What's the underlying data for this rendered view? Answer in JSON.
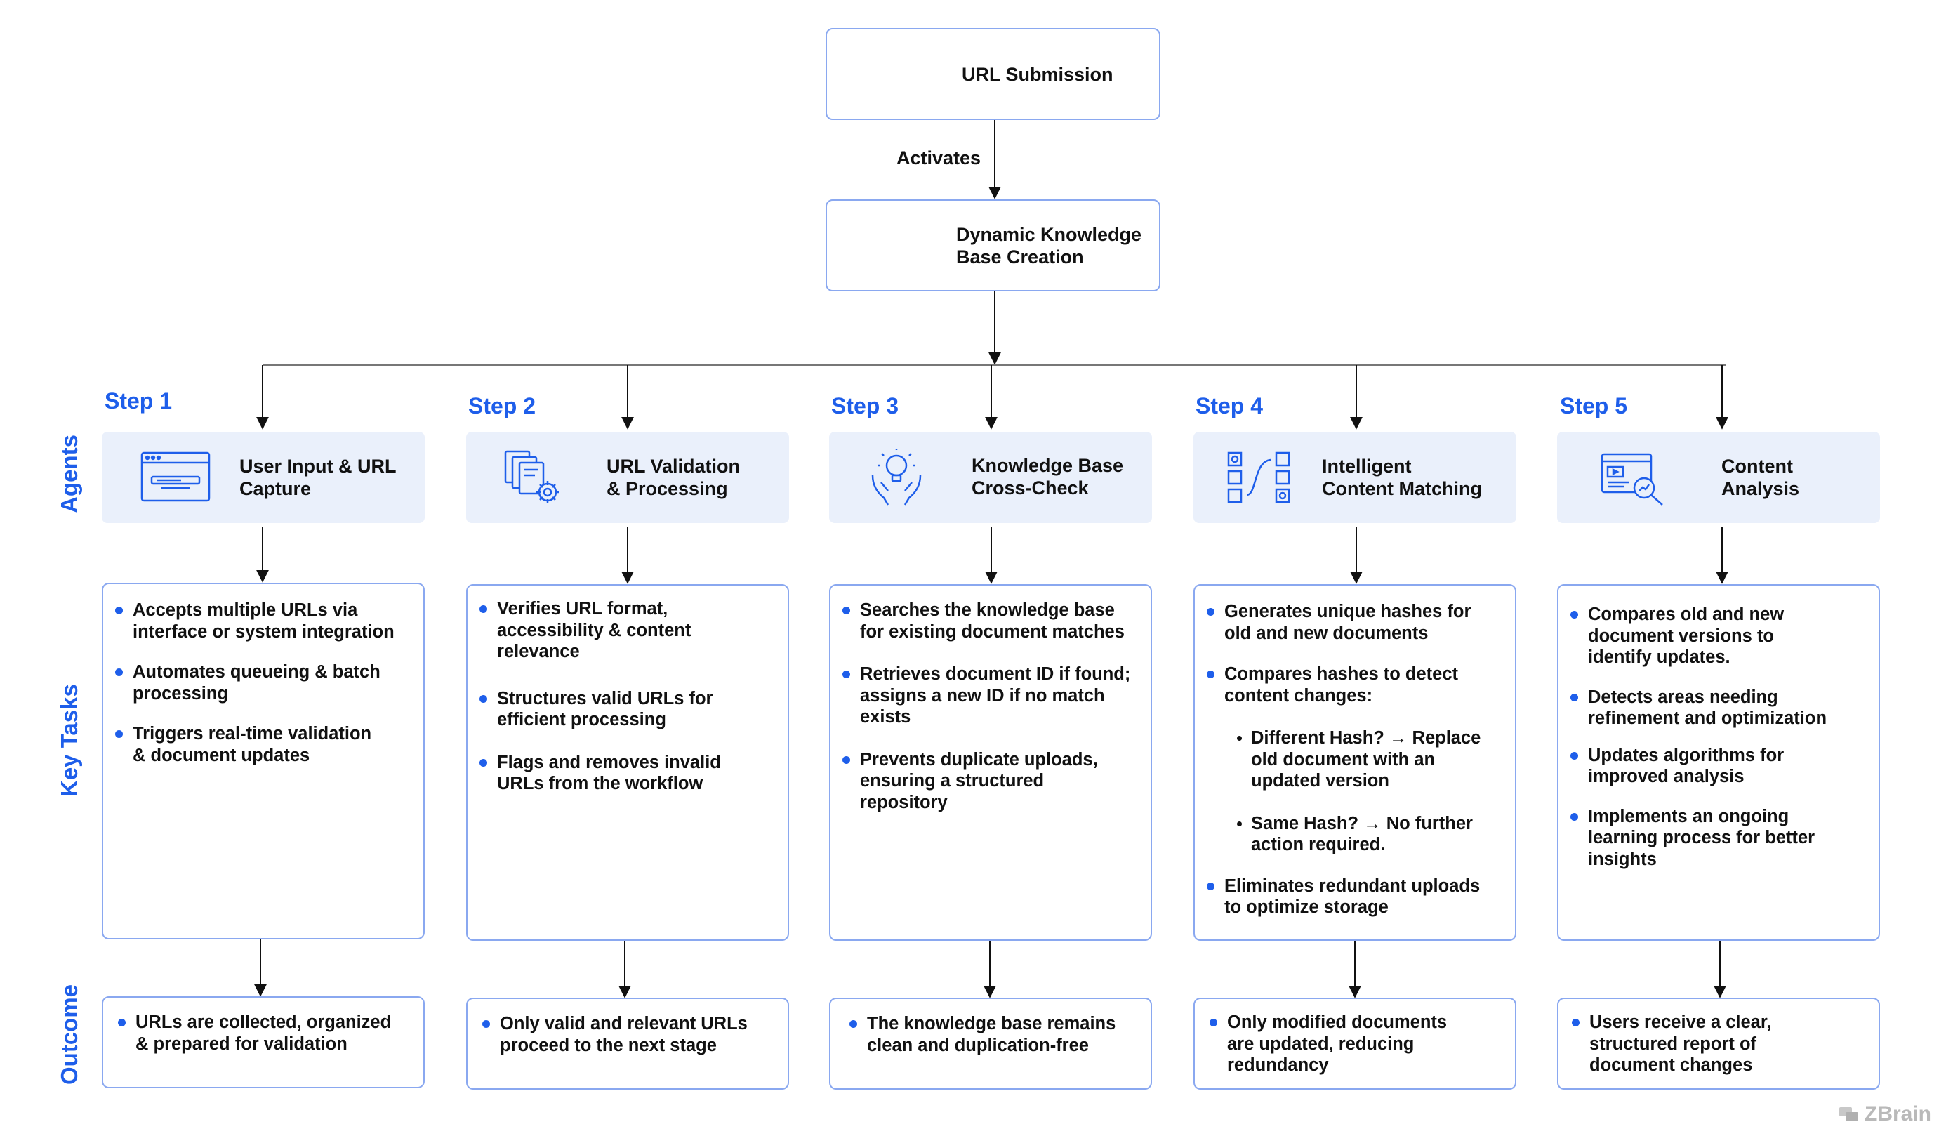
{
  "top": {
    "url_submission": "URL Submission",
    "activates": "Activates",
    "kb_creation": "Dynamic Knowledge\nBase Creation"
  },
  "row_labels": {
    "agents": "Agents",
    "key_tasks": "Key Tasks",
    "outcome": "Outcome"
  },
  "steps": [
    {
      "step": "Step 1",
      "agent": "User Input & URL\nCapture",
      "icon": "browser-window-icon",
      "tasks": [
        "Accepts multiple URLs via\ninterface or system integration",
        "Automates queueing & batch\nprocessing",
        "Triggers real-time validation\n& document updates"
      ],
      "outcome": "URLs are collected, organized\n& prepared for validation"
    },
    {
      "step": "Step 2",
      "agent": "URL Validation\n& Processing",
      "icon": "documents-gear-icon",
      "tasks": [
        "Verifies URL format,\naccessibility & content relevance",
        "Structures valid URLs for\nefficient processing",
        "Flags and removes invalid\nURLs from the workflow"
      ],
      "outcome": "Only valid and relevant URLs\nproceed to the next stage"
    },
    {
      "step": "Step 3",
      "agent": "Knowledge Base\nCross-Check",
      "icon": "hands-lightbulb-icon",
      "tasks": [
        "Searches the knowledge base\nfor existing document matches",
        "Retrieves document ID if found;\nassigns a new ID if no match\nexists",
        "Prevents duplicate uploads,\nensuring a structured repository"
      ],
      "outcome": "The knowledge base remains\nclean and duplication-free"
    },
    {
      "step": "Step 4",
      "agent": "Intelligent\nContent Matching",
      "icon": "matching-blocks-icon",
      "tasks": [
        "Generates unique hashes for\nold and new documents",
        "Compares hashes to detect\ncontent changes:"
      ],
      "subtasks": [
        "Different Hash? → Replace\nold document with an\nupdated version",
        "Same Hash? → No further\naction required."
      ],
      "tasks_after": [
        "Eliminates redundant uploads\nto optimize storage"
      ],
      "outcome": "Only modified documents\nare updated, reducing\nredundancy"
    },
    {
      "step": "Step 5",
      "agent": "Content\nAnalysis",
      "icon": "monitor-magnifier-icon",
      "tasks": [
        "Compares old and new\ndocument versions to\nidentify updates.",
        "Detects areas needing\nrefinement and optimization",
        "Updates algorithms for\nimproved analysis",
        "Implements an ongoing\nlearning process for better\ninsights"
      ],
      "outcome": "Users receive a clear,\nstructured report of\ndocument changes"
    }
  ],
  "brand": "ZBrain",
  "colors": {
    "accent": "#1e5eea",
    "border": "#8aa8f0",
    "agent_bg": "#eaf0fb",
    "line": "#555555"
  }
}
